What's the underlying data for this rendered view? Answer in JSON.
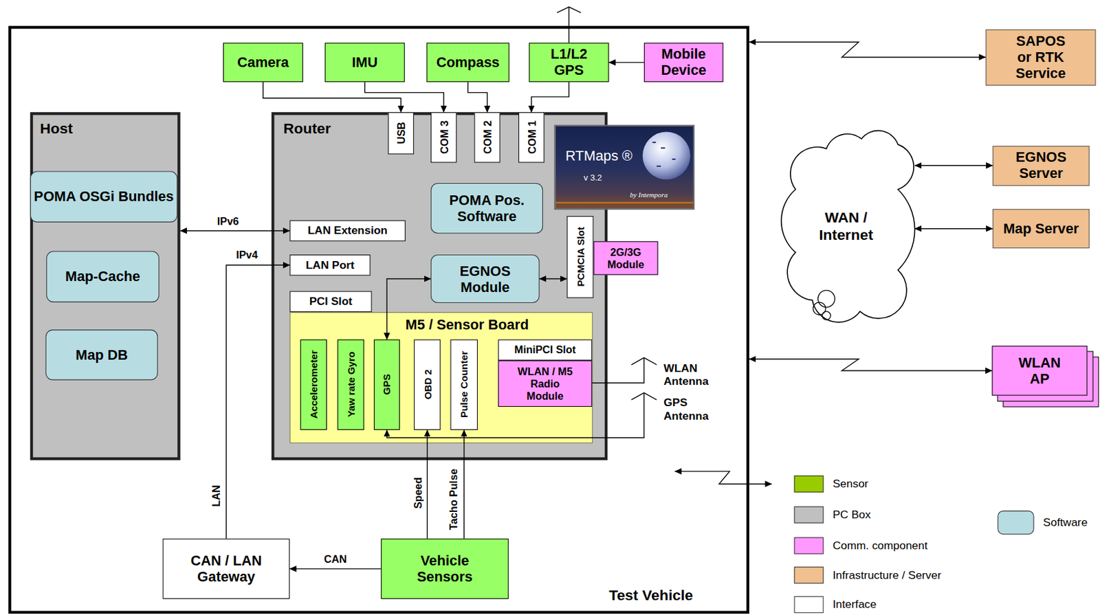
{
  "diagram": {
    "nodes": [
      {
        "text": [
          "Test Vehicle"
        ]
      },
      {
        "text": [
          "Camera"
        ],
        "in": 0
      },
      {
        "text": [
          "IMU"
        ],
        "in": 0
      },
      {
        "text": [
          "Compass"
        ],
        "in": 0
      },
      {
        "text": [
          "L1/L2 GPS"
        ],
        "in": 0
      },
      {
        "text": [
          "Mobile Device"
        ],
        "in": 0
      },
      {
        "text": [
          "Host"
        ],
        "in": 0
      },
      {
        "text": [
          "POMA OSGi Bundles"
        ],
        "in": 6
      },
      {
        "text": [
          "Map-Cache"
        ],
        "in": 6
      },
      {
        "text": [
          "Map DB"
        ],
        "in": 6
      },
      {
        "text": [
          "Router"
        ],
        "in": 0
      },
      {
        "text": [
          "USB"
        ],
        "in": 10
      },
      {
        "text": [
          "COM 3"
        ],
        "in": 10
      },
      {
        "text": [
          "COM 2"
        ],
        "in": 10
      },
      {
        "text": [
          "COM 1"
        ],
        "in": 10
      },
      {
        "text": [
          "RTMaps ®",
          "v 3.2",
          "by Intempora"
        ],
        "in": 10
      },
      {
        "text": [
          "POMA Pos. Software"
        ],
        "in": 10
      },
      {
        "text": [
          "LAN Extension"
        ],
        "in": 10
      },
      {
        "text": [
          "LAN Port"
        ],
        "in": 10
      },
      {
        "text": [
          "EGNOS Module"
        ],
        "in": 10
      },
      {
        "text": [
          "PCMCIA Slot"
        ],
        "in": 10
      },
      {
        "text": [
          "2G/3G Module"
        ],
        "in": 0
      },
      {
        "text": [
          "PCI Slot"
        ],
        "in": 10
      },
      {
        "text": [
          "M5 / Sensor Board"
        ],
        "in": 10
      },
      {
        "text": [
          "Accelerometer"
        ],
        "in": 23
      },
      {
        "text": [
          "Yaw rate Gyro"
        ],
        "in": 23
      },
      {
        "text": [
          "GPS"
        ],
        "in": 23
      },
      {
        "text": [
          "OBD 2"
        ],
        "in": 23
      },
      {
        "text": [
          "Pulse Counter"
        ],
        "in": 23
      },
      {
        "text": [
          "MiniPCI Slot"
        ],
        "in": 23
      },
      {
        "text": [
          "WLAN / M5 Radio Module"
        ],
        "in": 23
      },
      {
        "text": [
          "CAN / LAN Gateway"
        ],
        "in": 0
      },
      {
        "text": [
          "Vehicle Sensors"
        ],
        "in": 0
      },
      {
        "text": [
          "SAPOS or RTK Service"
        ]
      },
      {
        "text": [
          "WAN / Internet"
        ]
      },
      {
        "text": [
          "EGNOS Server"
        ]
      },
      {
        "text": [
          "Map Server"
        ]
      },
      {
        "text": [
          "WLAN AP"
        ]
      }
    ],
    "edges": [
      {
        "from": 1,
        "to": 11,
        "arrow": "to"
      },
      {
        "from": 2,
        "to": 12,
        "arrow": "to"
      },
      {
        "from": 3,
        "to": 13,
        "arrow": "to"
      },
      {
        "from": 4,
        "to": 14,
        "arrow": "to"
      },
      {
        "from": 5,
        "to": 4,
        "arrow": "to"
      },
      {
        "from": 6,
        "to": 17,
        "label": "IPv6",
        "arrow": "both"
      },
      {
        "from": 31,
        "to": 18,
        "label": "LAN",
        "arrow": "to"
      },
      {
        "from": 32,
        "to": 31,
        "label": "CAN",
        "arrow": "to"
      },
      {
        "from": 32,
        "to": 27,
        "label": "Speed",
        "arrow": "to"
      },
      {
        "from": 32,
        "to": 28,
        "label": "Tacho Pulse",
        "arrow": "to"
      },
      {
        "from": 19,
        "to": 20,
        "arrow": "both"
      },
      {
        "from": 26,
        "to": 19,
        "arrow": "both"
      },
      {
        "from": 34,
        "to": 35,
        "arrow": "both"
      },
      {
        "from": 34,
        "to": 36,
        "arrow": "both"
      },
      {
        "from": 0,
        "to": 33,
        "arrow": "both"
      },
      {
        "from": 0,
        "to": 37,
        "arrow": "both"
      }
    ],
    "labels": [
      "IPv4",
      "WLAN Antenna",
      "GPS Antenna"
    ],
    "legend": [
      {
        "text": "Sensor",
        "color": "#99cc00"
      },
      {
        "text": "PC Box",
        "color": "#c0c0c0"
      },
      {
        "text": "Comm. component",
        "color": "#ff99ff"
      },
      {
        "text": "Infrastructure / Server",
        "color": "#f0c090"
      },
      {
        "text": "Interface",
        "color": "#ffffff"
      },
      {
        "text": "Software",
        "color": "#b7dde2"
      }
    ]
  }
}
